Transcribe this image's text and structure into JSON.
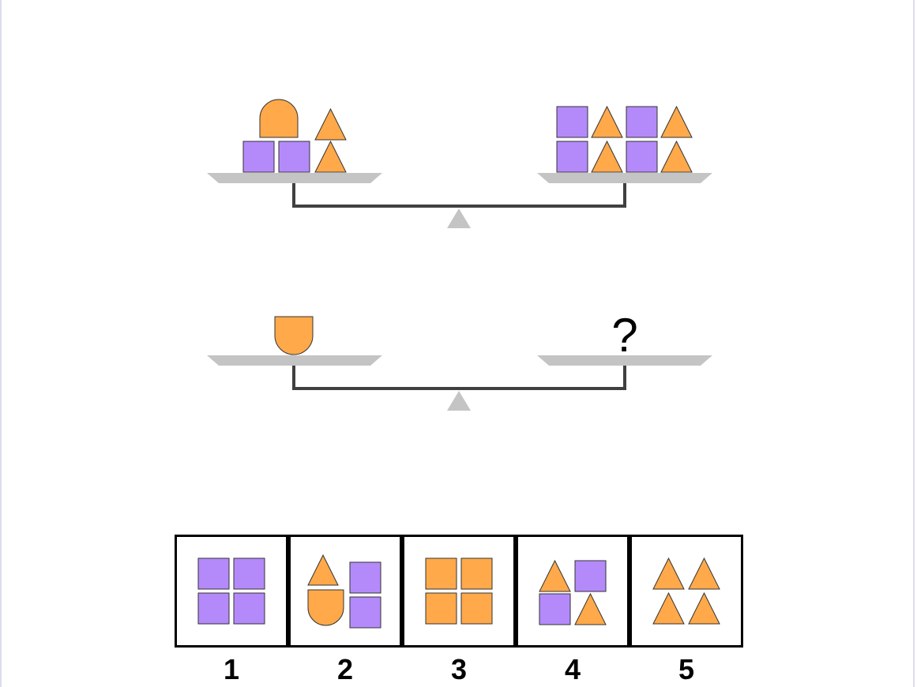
{
  "colors": {
    "purple": "#b48afa",
    "orange": "#ffa94a",
    "pan_gray": "#c4c4c4",
    "beam": "#404040",
    "outline": "#333333"
  },
  "shape_types": [
    "square",
    "triangle",
    "dome",
    "cup"
  ],
  "scales": [
    {
      "name": "scale-top",
      "left_pan": [
        "dome",
        "triangle",
        "square",
        "square",
        "triangle"
      ],
      "right_pan": [
        "square",
        "triangle",
        "square",
        "triangle",
        "square",
        "triangle",
        "square",
        "triangle"
      ],
      "right_unknown": false
    },
    {
      "name": "scale-bottom",
      "left_pan": [
        "cup"
      ],
      "right_pan": [],
      "right_unknown": true
    }
  ],
  "question_mark": "?",
  "options": [
    {
      "label": "1",
      "items": [
        "square-purple",
        "square-purple",
        "square-purple",
        "square-purple"
      ]
    },
    {
      "label": "2",
      "items": [
        "triangle-orange",
        "square-purple",
        "cup-orange",
        "square-purple"
      ]
    },
    {
      "label": "3",
      "items": [
        "square-orange",
        "square-orange",
        "square-orange",
        "square-orange"
      ]
    },
    {
      "label": "4",
      "items": [
        "triangle-orange",
        "square-purple",
        "square-purple",
        "triangle-orange"
      ]
    },
    {
      "label": "5",
      "items": [
        "triangle-orange",
        "triangle-orange",
        "triangle-orange",
        "triangle-orange"
      ]
    }
  ]
}
